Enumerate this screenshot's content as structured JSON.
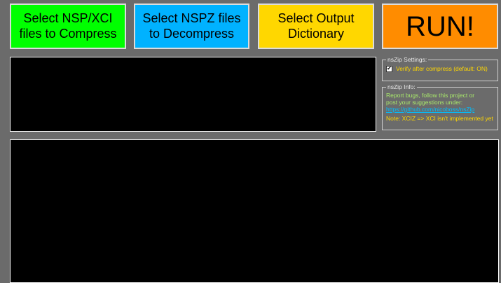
{
  "buttons": {
    "compress": {
      "line1": "Select NSP/XCI",
      "line2": "files to Compress"
    },
    "decompress": {
      "line1": "Select NSPZ files",
      "line2": "to Decompress"
    },
    "output": {
      "line1": "Select Output",
      "line2": "Dictionary"
    },
    "run": {
      "label": "RUN!"
    }
  },
  "settings": {
    "title": "nsZip Settings:",
    "verify_label": "Verify after compress (default: ON)",
    "verify_checked": true,
    "check_glyph": "✔"
  },
  "info": {
    "title": "nsZip Info:",
    "line1": "Report bugs, follow this project or",
    "line2": "post your suggestions under:",
    "link": "https://github.com/nicoboss/nsZip",
    "note": "Note: XCIZ => XCI isn't implemented yet"
  },
  "colors": {
    "background": "#6b6b6b",
    "compress": "#00ff00",
    "decompress": "#00b2ff",
    "output": "#ffd700",
    "run": "#ff8c00",
    "console": "#000000"
  }
}
